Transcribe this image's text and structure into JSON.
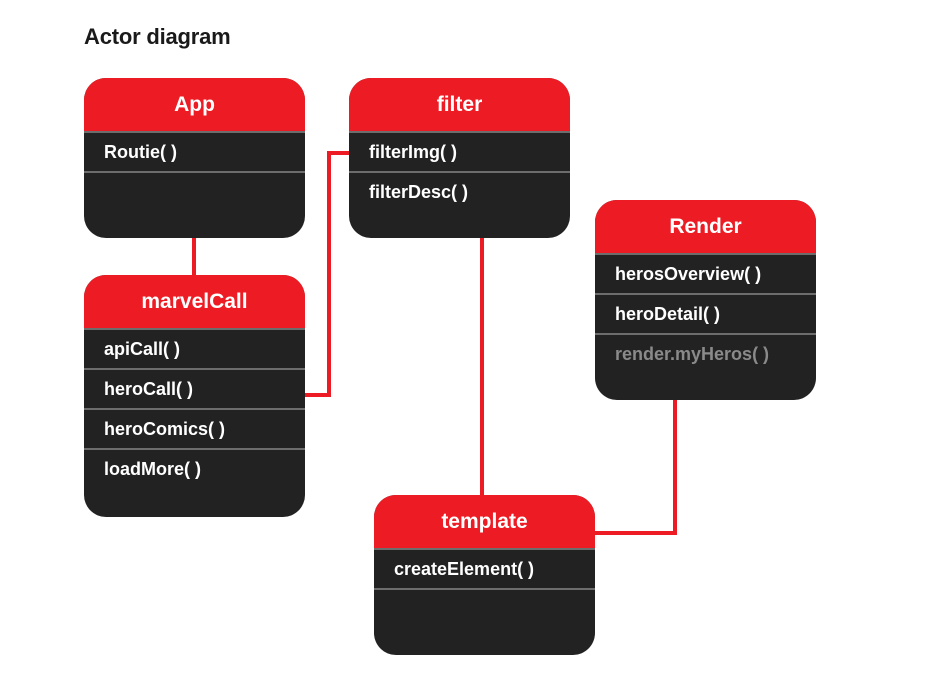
{
  "diagram": {
    "title": "Actor diagram",
    "colors": {
      "accent": "#ed1c24",
      "box_body": "#222222",
      "divider": "#6d6d6d",
      "muted_text": "#8a8a8a"
    },
    "actors": {
      "app": {
        "name": "App",
        "methods": [
          "Routie( )"
        ]
      },
      "filter": {
        "name": "filter",
        "methods": [
          "filterImg( )",
          "filterDesc( )"
        ]
      },
      "marvelCall": {
        "name": "marvelCall",
        "methods": [
          "apiCall( )",
          "heroCall( )",
          "heroComics( )",
          "loadMore( )"
        ]
      },
      "render": {
        "name": "Render",
        "methods": [
          "herosOverview( )",
          "heroDetail( )"
        ],
        "muted_method": "render.myHeros( )"
      },
      "template": {
        "name": "template",
        "methods": [
          "createElement( )"
        ]
      }
    }
  }
}
